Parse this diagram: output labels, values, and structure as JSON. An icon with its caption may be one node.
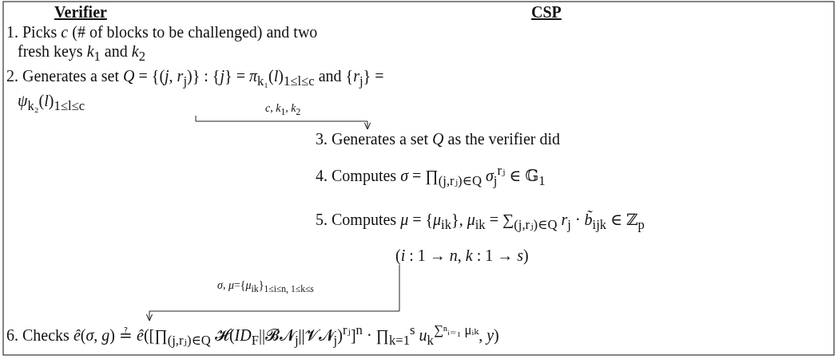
{
  "diagram": {
    "nodes": [
      {
        "text": [
          "1. Picks *c* (# of blocks to be challenged) and two fresh keys *k*$_{1}$ and *k*$_{2}$",
          "2. Generates a set *Q* = {(*j*, *r*$_{j}$)} : {*j*} = *π*$_{k₁}$(*l*)$_{1≤l≤c}$ and {*r*$_{j}$} = *ψ*$_{k₂}$(*l*)$_{1≤l≤c}$"
        ]
      },
      {
        "text": [
          "3. Generates a set *Q* as the verifier did",
          "4. Computes *σ* = ∏$_{(j,rⱼ)∈Q}$ *σ*$_{j}$$^{rⱼ}$ ∈ 𝔾$_{1}$",
          "5. Computes *μ* = {*μ*$_{ik}$}, *μ*$_{ik}$ = ∑$_{(j,rⱼ)∈Q}$ *r*$_{j}$ · *b̃*$_{ijk}$ ∈ ℤ$_{p}$",
          "(*i* : 1 → *n*, *k* : 1 → *s*)"
        ]
      },
      {
        "text": [
          "6. Checks *ê*(*σ*, *g*) ≟ *ê*([∏$_{(j,rⱼ)∈Q}$ 𝓗(*ID*$_{F}$||𝓑𝓝$_{j}$||𝓥𝓝$_{j}$)$^{rⱼ}$]$^{n}$ · ∏$_{k=1}$$^{s}$ *u*$_{k}$$^{∑ⁿᵢ₌₁ μᵢₖ}$, *y*)"
        ]
      }
    ],
    "edges": [
      {
        "from": 0,
        "to": 1,
        "arrow": "to",
        "label": "*c*, *k*$_{1}$, *k*$_{2}$"
      },
      {
        "from": 1,
        "to": 2,
        "arrow": "to",
        "label": "*σ*, *μ*={*μ*$_{ik}$}$_{1≤i≤n, 1≤k≤s}$"
      }
    ],
    "labels": [
      "Verifier",
      "CSP"
    ]
  }
}
